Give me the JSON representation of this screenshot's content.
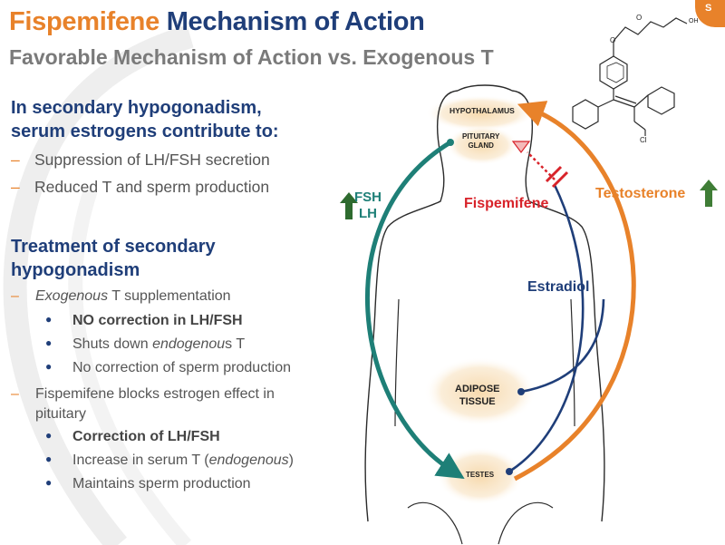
{
  "title_part1": "Fispemifene",
  "title_part2": "Mechanism of Action",
  "subtitle": "Favorable Mechanism of Action vs. Exogenous T",
  "corner_label": "S",
  "section1": {
    "heading_line1": "In secondary hypogonadism,",
    "heading_line2": "serum estrogens contribute to:",
    "items": [
      "Suppression of LH/FSH secretion",
      "Reduced T and sperm production"
    ]
  },
  "section2": {
    "heading_line1": "Treatment of secondary",
    "heading_line2": "hypogonadism",
    "item1_em": "Exogenous",
    "item1_rest": "T supplementation",
    "bullets1": {
      "b1": "NO correction in LH/FSH",
      "b2_pre": "Shuts down",
      "b2_em": "endogenou",
      "b2_post": "s T",
      "b3": "No correction of sperm production"
    },
    "item2_line1": "Fispemifene blocks estrogen effect in",
    "item2_line2": "pituitary",
    "bullets2": {
      "b1": "Correction of LH/FSH",
      "b2_pre": "Increase in serum T (",
      "b2_em": "endogenous",
      "b2_post": ")",
      "b3": "Maintains  sperm production"
    }
  },
  "diagram": {
    "hypothalamus": "HYPOTHALAMUS",
    "pituitary_line1": "PITUITARY",
    "pituitary_line2": "GLAND",
    "fsh": "FSH",
    "lh": "LH",
    "fispemifene": "Fispemifene",
    "testosterone": "Testosterone",
    "estradiol": "Estradiol",
    "adipose_line1": "ADIPOSE",
    "adipose_line2": "TISSUE",
    "testes": "TESTES",
    "molecule_o1": "O",
    "molecule_o2": "O",
    "molecule_oh": "OH",
    "molecule_cl": "Cl"
  },
  "colors": {
    "orange": "#e8822a",
    "navy": "#1f3e79",
    "teal": "#1e7f77",
    "red": "#d8232a",
    "green": "#3f7d36",
    "glow": "#f6d7a8"
  }
}
